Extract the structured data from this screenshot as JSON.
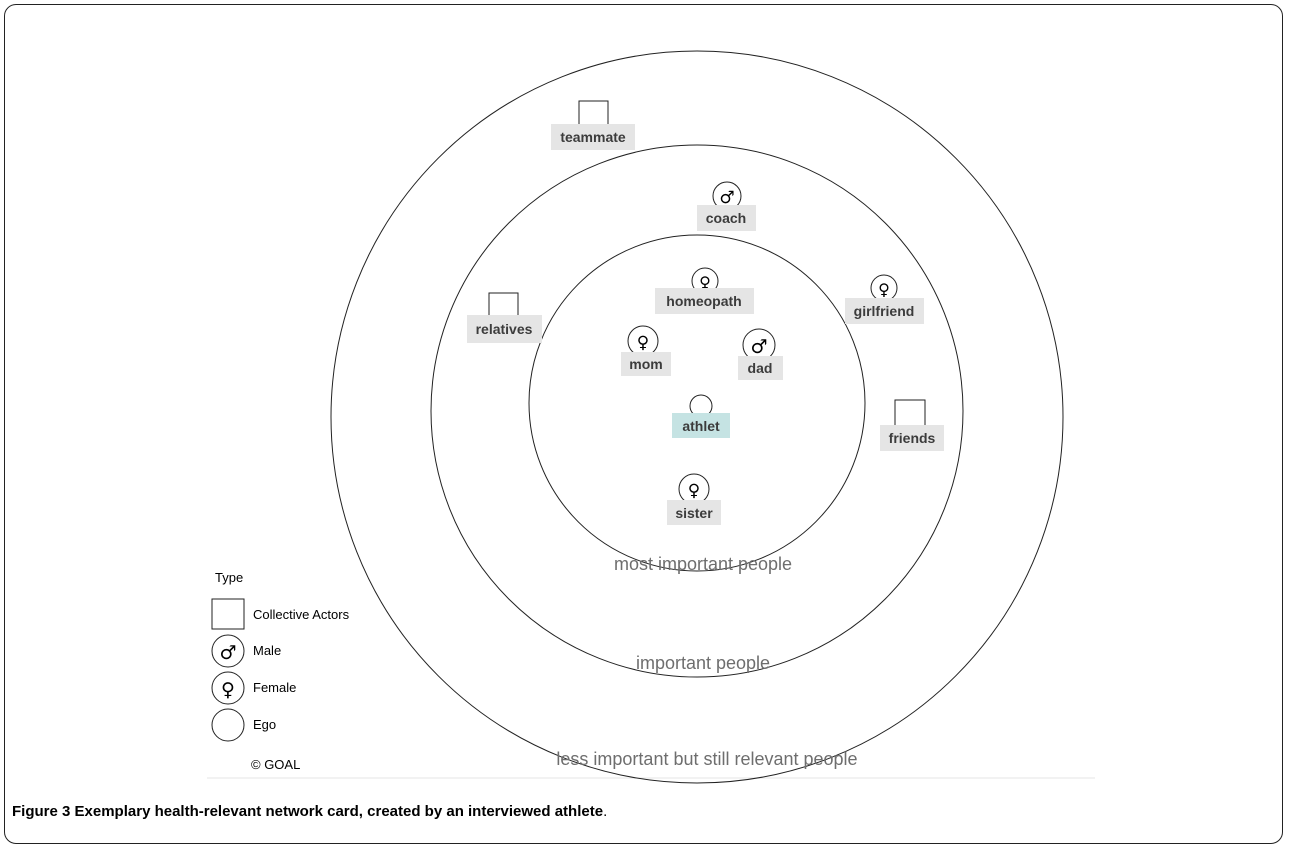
{
  "rings": {
    "inner_label": "most important people",
    "middle_label": "important people",
    "outer_label": "less important but still relevant people"
  },
  "nodes": [
    {
      "id": "teammate",
      "label": "teammate",
      "type": "collective"
    },
    {
      "id": "coach",
      "label": "coach",
      "type": "male"
    },
    {
      "id": "homeopath",
      "label": "homeopath",
      "type": "female"
    },
    {
      "id": "girlfriend",
      "label": "girlfriend",
      "type": "female"
    },
    {
      "id": "relatives",
      "label": "relatives",
      "type": "collective"
    },
    {
      "id": "mom",
      "label": "mom",
      "type": "female"
    },
    {
      "id": "dad",
      "label": "dad",
      "type": "male"
    },
    {
      "id": "athlet",
      "label": "athlet",
      "type": "ego"
    },
    {
      "id": "friends",
      "label": "friends",
      "type": "collective"
    },
    {
      "id": "sister",
      "label": "sister",
      "type": "female"
    }
  ],
  "legend": {
    "title": "Type",
    "items": [
      {
        "label": "Collective Actors",
        "type": "collective"
      },
      {
        "label": "Male",
        "type": "male"
      },
      {
        "label": "Female",
        "type": "female"
      },
      {
        "label": "Ego",
        "type": "ego"
      }
    ],
    "copyright": "© GOAL"
  },
  "caption": {
    "figure": "Figure 3",
    "text": "Exemplary health-relevant network card, created by an interviewed athlete",
    "end": "."
  },
  "colors": {
    "label_bg": "#e5e5e5",
    "ego_bg": "#c5e3e3",
    "ring_label": "#6e6e6e"
  }
}
